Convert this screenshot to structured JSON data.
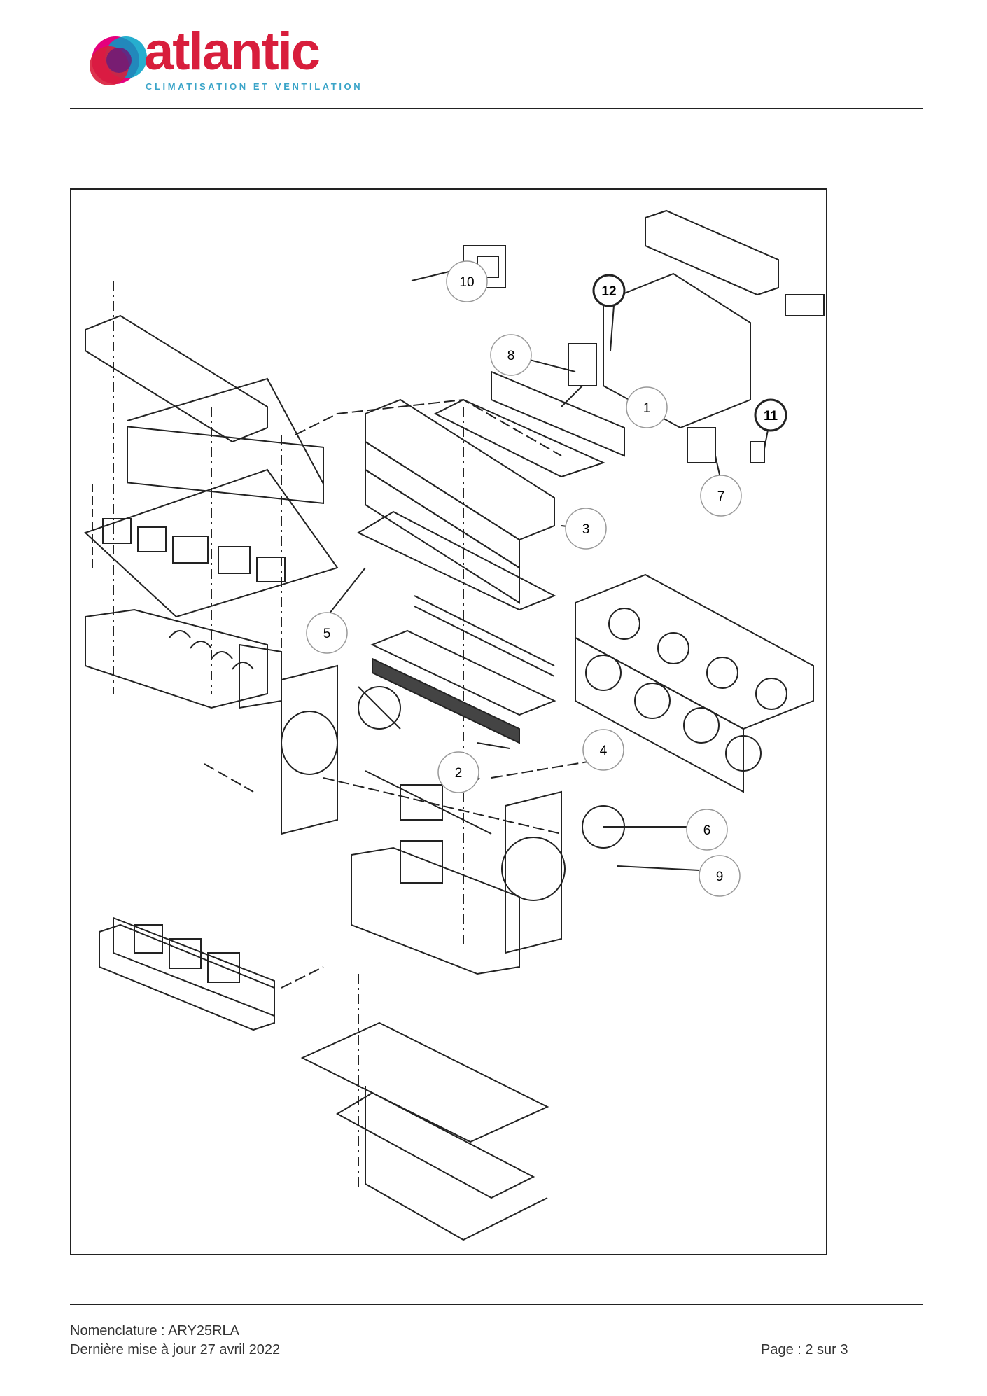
{
  "header": {
    "brand_name": "atlantic",
    "brand_tagline": "CLIMATISATION ET VENTILATION",
    "brand_color": "#d81e3c",
    "tagline_color": "#3aa4c8"
  },
  "diagram": {
    "callouts": [
      "10",
      "12",
      "8",
      "1",
      "11",
      "7",
      "3",
      "5",
      "4",
      "2",
      "6",
      "9"
    ]
  },
  "footer": {
    "nomenclature": "Nomenclature : ARY25RLA",
    "updated": "Dernière mise à jour 27 avril 2022",
    "page": "Page : 2 sur 3"
  }
}
